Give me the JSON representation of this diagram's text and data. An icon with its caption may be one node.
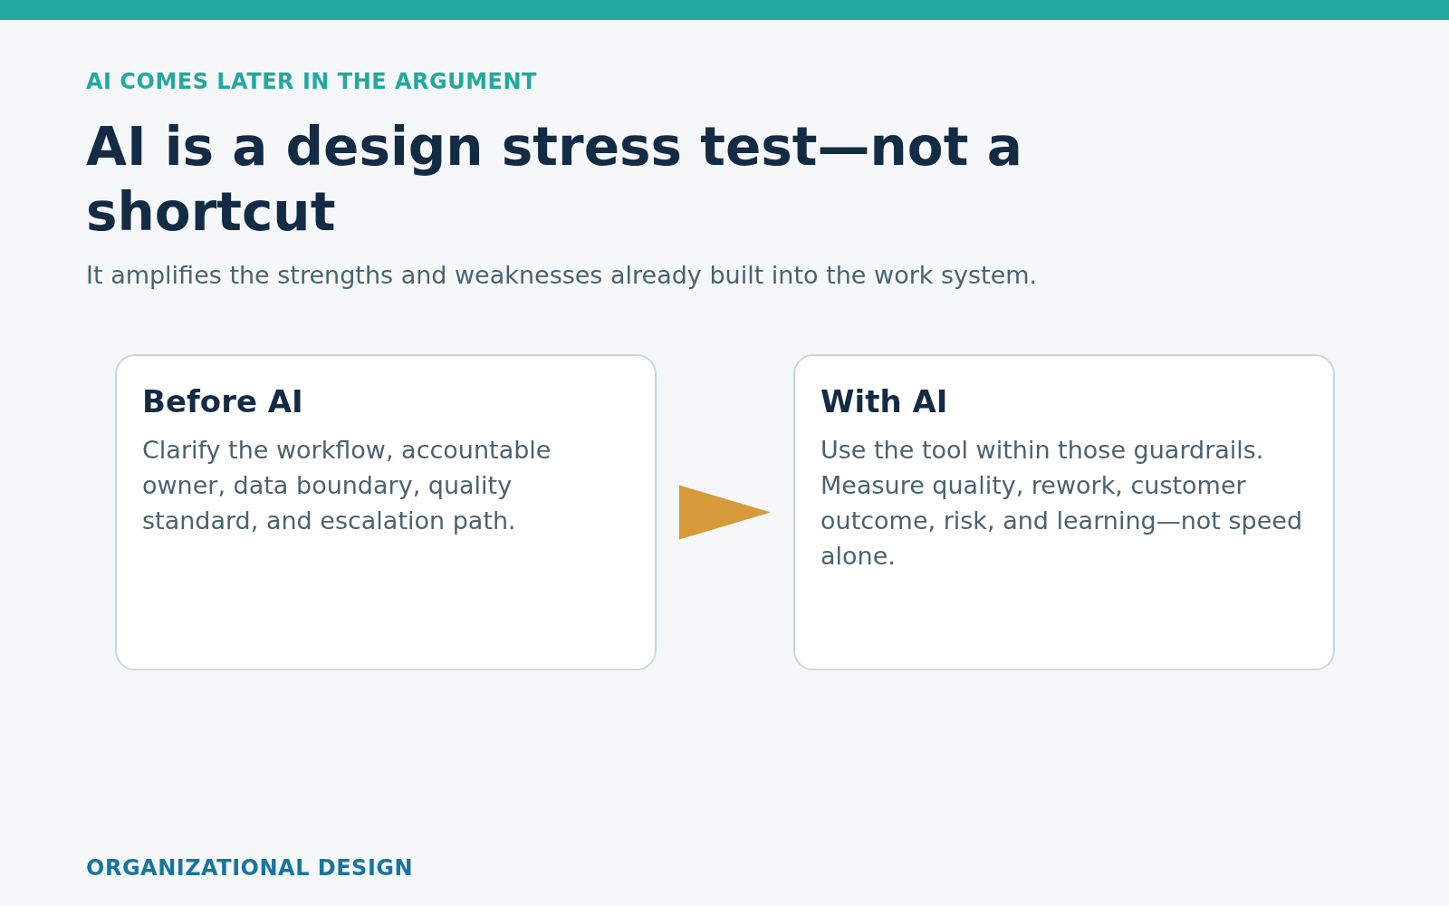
{
  "diagram": {
    "title": "AI is a design stress test—not a shortcut",
    "nodes": [
      {
        "text": [
          "Before AI",
          "Clarify the workflow, accountable owner, data boundary, quality standard, and escalation path."
        ]
      },
      {
        "text": [
          "With AI",
          "Use the tool within those guardrails. Measure quality, rework, customer outcome, risk, and learning—not speed alone."
        ]
      }
    ],
    "edges": [
      {
        "from": 0,
        "to": 1,
        "arrow": "to",
        "color": "#d69a3a"
      }
    ],
    "labels": [
      "AI COMES LATER IN THE ARGUMENT",
      "It amplifies the strengths and weaknesses already built into the work system.",
      "ORGANIZATIONAL DESIGN"
    ]
  }
}
